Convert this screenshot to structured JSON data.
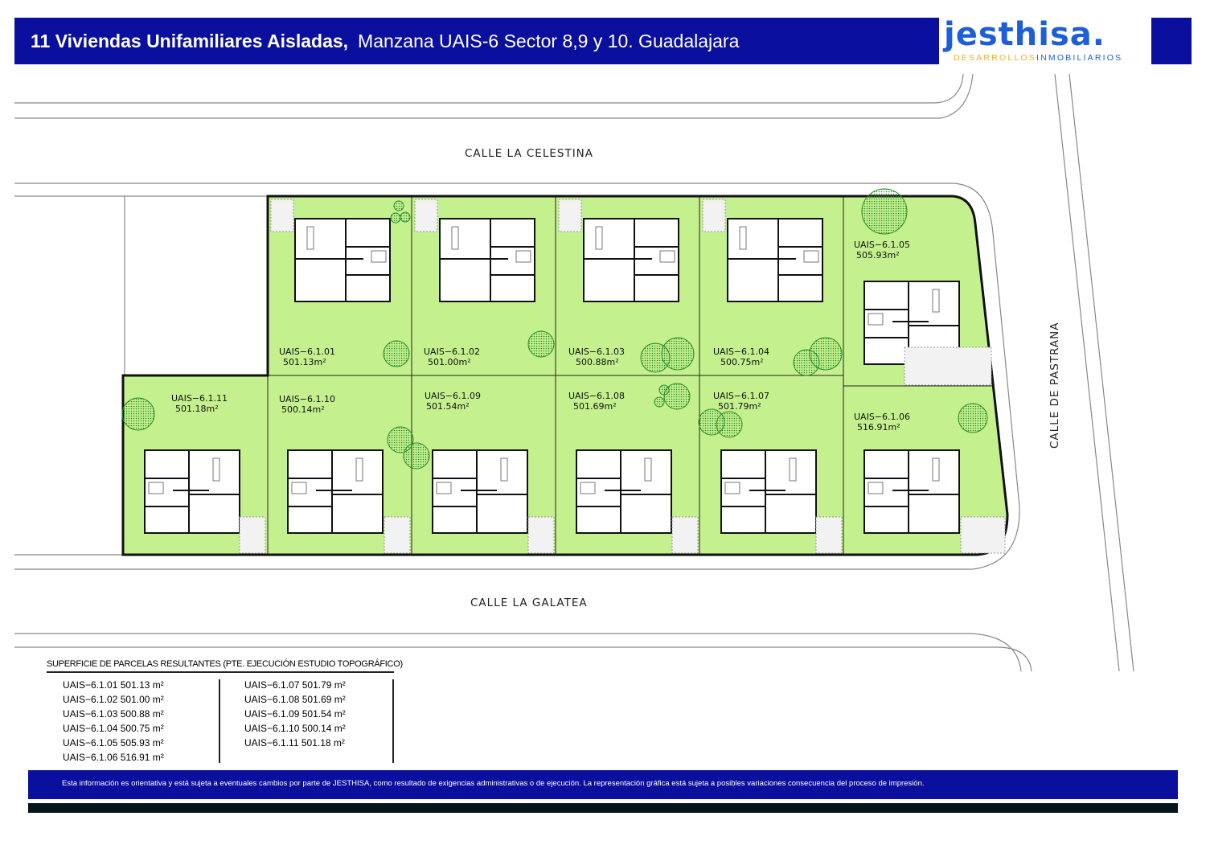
{
  "header": {
    "title_bold": "11 Viviendas Unifamiliares Aisladas,",
    "title_rest": "Manzana UAIS-6 Sector 8,9 y 10. Guadalajara"
  },
  "logo": {
    "word": "jesthisa.",
    "sub_a": "DESARROLLOS",
    "sub_b": "INMOBILIARIOS"
  },
  "colors": {
    "brand_blue": "#0b0f9e",
    "parcel_green": "#c4f08e",
    "logo_blue": "#1e5fd8",
    "logo_gold": "#f0b030"
  },
  "streets": {
    "north": "CALLE  LA  CELESTINA",
    "south": "CALLE  LA  GALATEA",
    "east": "CALLE  DE  PASTRANA"
  },
  "parcels": [
    {
      "id": "UAIS−6.1.01",
      "area": "501.13m²"
    },
    {
      "id": "UAIS−6.1.02",
      "area": "501.00m²"
    },
    {
      "id": "UAIS−6.1.03",
      "area": "500.88m²"
    },
    {
      "id": "UAIS−6.1.04",
      "area": "500.75m²"
    },
    {
      "id": "UAIS−6.1.05",
      "area": "505.93m²"
    },
    {
      "id": "UAIS−6.1.06",
      "area": "516.91m²"
    },
    {
      "id": "UAIS−6.1.07",
      "area": "501.79m²"
    },
    {
      "id": "UAIS−6.1.08",
      "area": "501.69m²"
    },
    {
      "id": "UAIS−6.1.09",
      "area": "501.54m²"
    },
    {
      "id": "UAIS−6.1.10",
      "area": "500.14m²"
    },
    {
      "id": "UAIS−6.1.11",
      "area": "501.18m²"
    }
  ],
  "table": {
    "title": "SUPERFICIE DE  PARCELAS RESULTANTES (PTE. EJECUCIÓN ESTUDIO TOPOGRÁFICO)",
    "unit": "m²",
    "rows": [
      {
        "id": "UAIS−6.1.01",
        "area": "501.13"
      },
      {
        "id": "UAIS−6.1.02",
        "area": "501.00"
      },
      {
        "id": "UAIS−6.1.03",
        "area": "500.88"
      },
      {
        "id": "UAIS−6.1.04",
        "area": "500.75"
      },
      {
        "id": "UAIS−6.1.05",
        "area": "505.93"
      },
      {
        "id": "UAIS−6.1.06",
        "area": "516.91"
      },
      {
        "id": "UAIS−6.1.07",
        "area": "501.79"
      },
      {
        "id": "UAIS−6.1.08",
        "area": "501.69"
      },
      {
        "id": "UAIS−6.1.09",
        "area": "501.54"
      },
      {
        "id": "UAIS−6.1.10",
        "area": "500.14"
      },
      {
        "id": "UAIS−6.1.11",
        "area": "501.18"
      }
    ]
  },
  "footer": {
    "disclaimer": "Esta información es orientativa y está sujeta a eventuales cambios por parte de JESTHISA, como resultado de exigencias administrativas o de ejecución. La representación gráfica está sujeta a posibles variaciones consecuencia del proceso de impresión."
  }
}
